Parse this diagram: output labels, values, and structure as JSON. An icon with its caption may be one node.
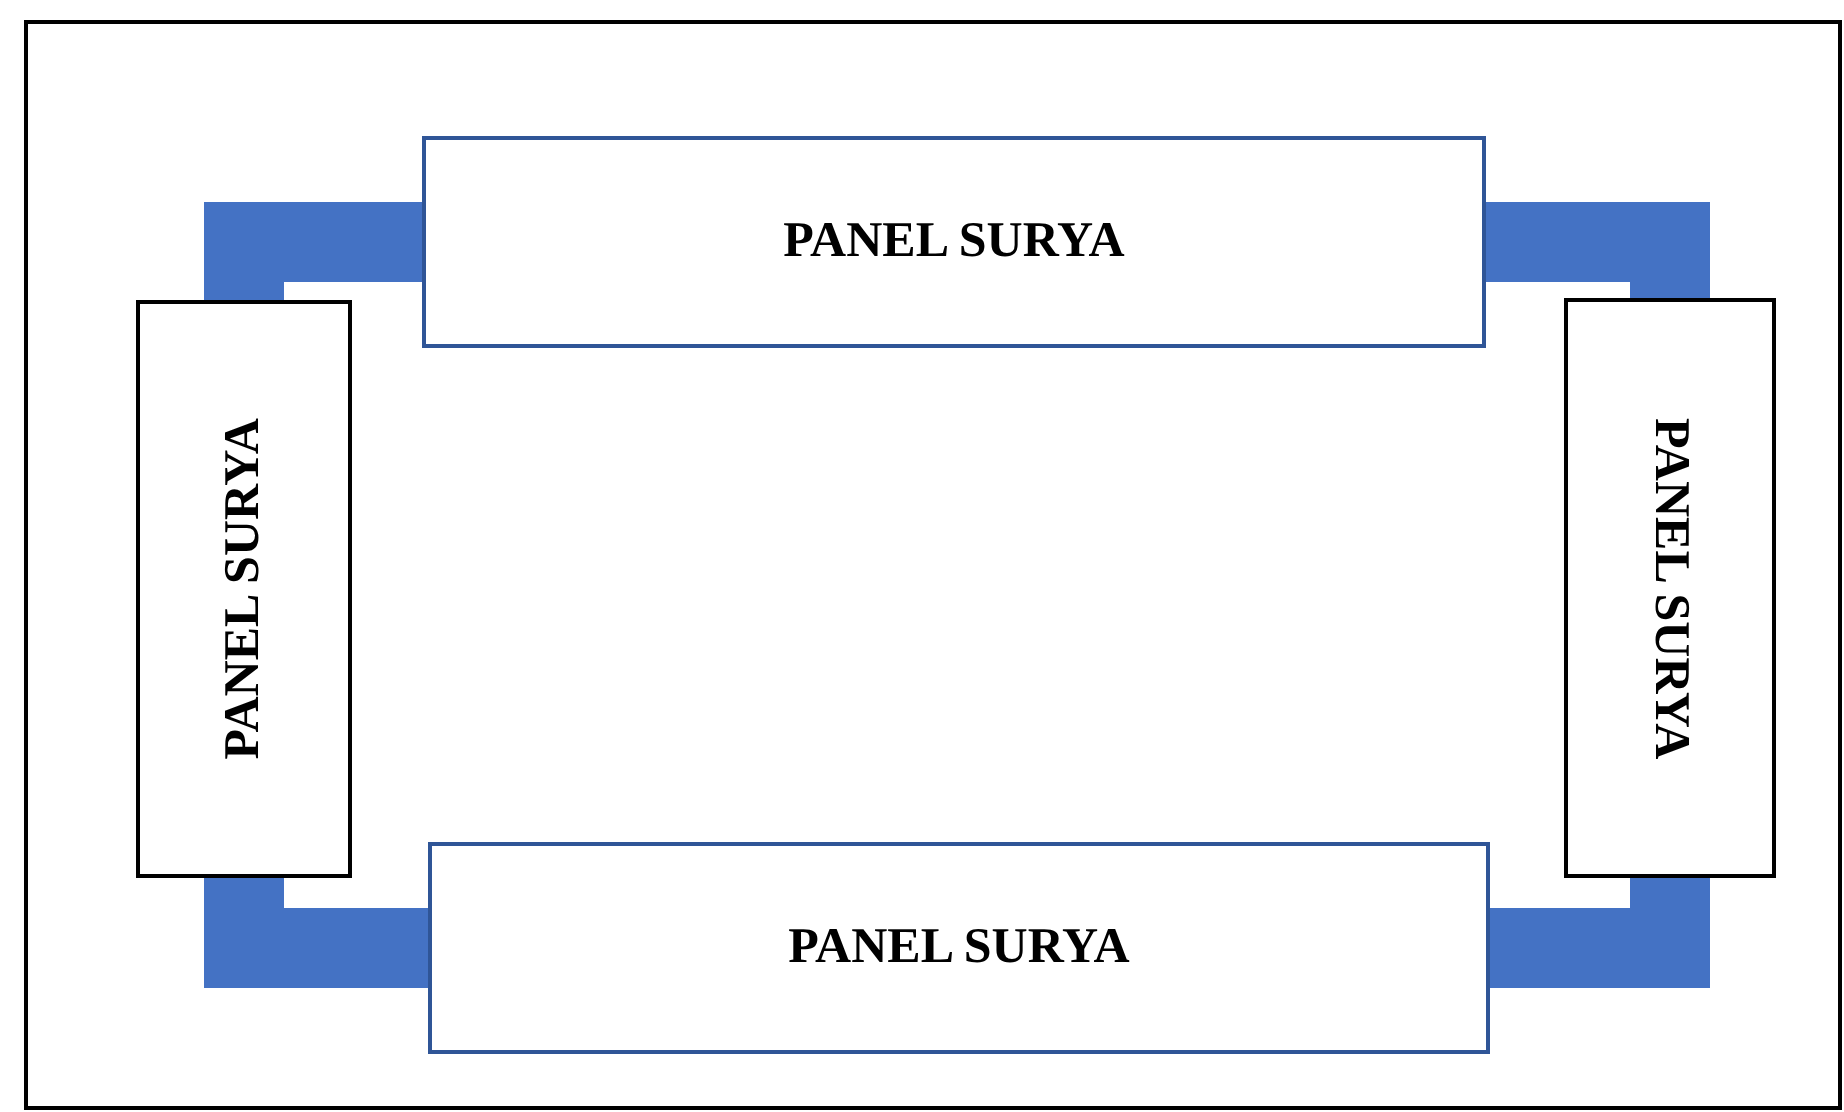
{
  "diagram": {
    "nodes": [
      {
        "text": [
          "PANEL SURYA"
        ]
      },
      {
        "text": [
          "PANEL SURYA"
        ]
      },
      {
        "text": [
          "PANEL SURYA"
        ]
      },
      {
        "text": [
          "PANEL SURYA"
        ]
      }
    ],
    "edges": [
      {
        "from": 0,
        "to": 1,
        "arrow": "none"
      },
      {
        "from": 0,
        "to": 2,
        "arrow": "none"
      },
      {
        "from": 1,
        "to": 3,
        "arrow": "none"
      },
      {
        "from": 2,
        "to": 3,
        "arrow": "none"
      }
    ]
  }
}
